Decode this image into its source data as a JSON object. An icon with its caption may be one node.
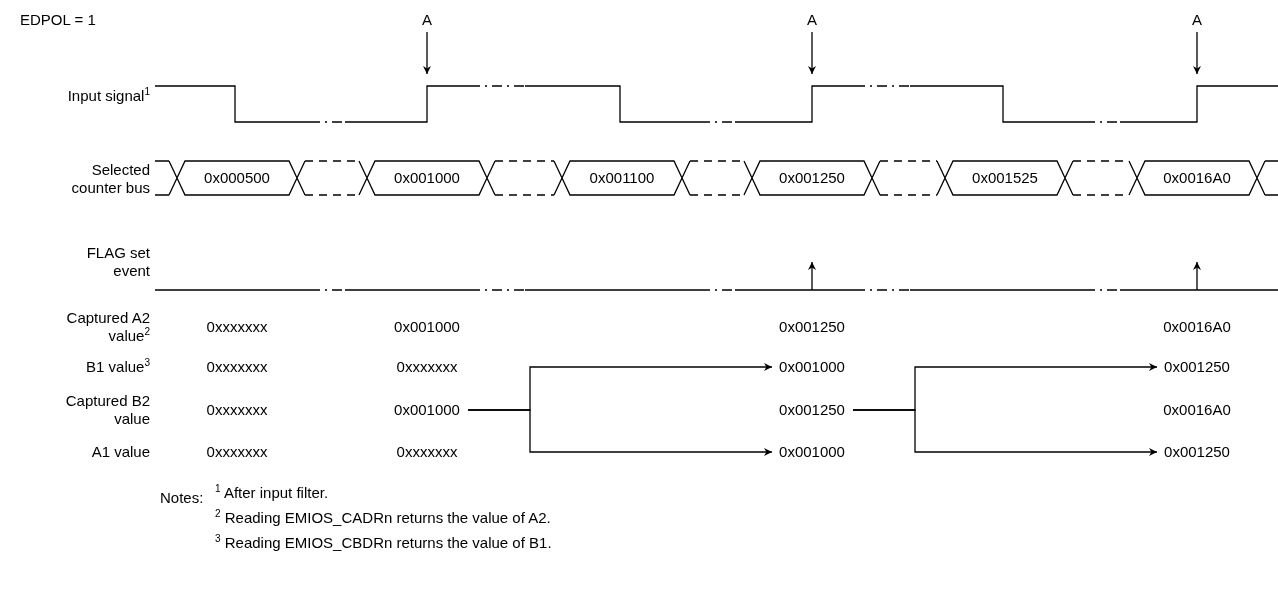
{
  "diagram": {
    "nodes": [
      {
        "text": [
          "0x001000"
        ]
      },
      {
        "text": [
          "0x001250"
        ]
      },
      {
        "text": [
          "0x001000"
        ]
      },
      {
        "text": [
          "0x001250"
        ]
      },
      {
        "text": [
          "0x001000"
        ]
      },
      {
        "text": [
          "0x001250"
        ]
      }
    ],
    "edges": [
      {
        "from": 2,
        "to": 0,
        "arrow": "to"
      },
      {
        "from": 2,
        "to": 4,
        "arrow": "to"
      },
      {
        "from": 3,
        "to": 1,
        "arrow": "to"
      },
      {
        "from": 3,
        "to": 5,
        "arrow": "to"
      }
    ],
    "labels": [
      "EDPOL = 1",
      "A",
      "A",
      "A",
      "Input signal$^{1}$",
      "Selected counter bus",
      "0x000500",
      "0x001000",
      "0x001100",
      "0x001250",
      "0x001525",
      "0x0016A0",
      "FLAG set event",
      "Captured A2 value$^{2}$",
      "0xxxxxxx",
      "0x001000",
      "0x001250",
      "0x0016A0",
      "B1 value$^{3}$",
      "0xxxxxxx",
      "0xxxxxxx",
      "Captured B2 value",
      "0xxxxxxx",
      "0x0016A0",
      "A1 value",
      "0xxxxxxx",
      "0xxxxxxx",
      "Notes:",
      "$^{1}$ After input filter.",
      "$^{2}$ Reading EMIOS_CADRn returns the value of A2.",
      "$^{3}$ Reading EMIOS_CBDRn returns the value of B1."
    ]
  }
}
